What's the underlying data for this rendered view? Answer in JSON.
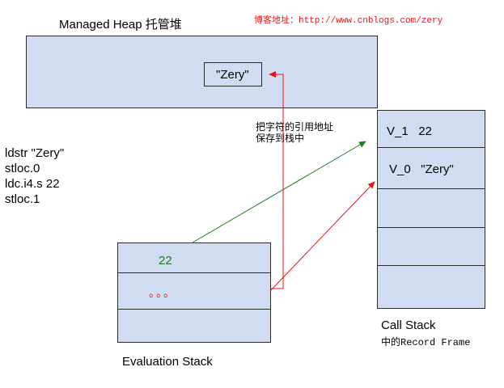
{
  "heap": {
    "title": "Managed Heap 托管堆",
    "string_object": "\"Zery\""
  },
  "blog_note": "博客地址：http://www.cnblogs.com/zery",
  "instructions": [
    "ldstr \"Zery\"",
    "stloc.0",
    "ldc.i4.s 22",
    "stloc.1"
  ],
  "annotation": {
    "line1": "把字符的引用地址",
    "line2": "保存到栈中"
  },
  "evaluation_stack": {
    "title": "Evaluation Stack",
    "slots": [
      "22",
      "。。。",
      ""
    ]
  },
  "call_stack": {
    "title": "Call Stack",
    "subtitle": "中的Record Frame",
    "slots": [
      "V_1   22",
      "V_0   \"Zery\"",
      "",
      "",
      ""
    ]
  },
  "colors": {
    "box_fill": "#cfdcf1",
    "border": "#2b2b2b",
    "red_arrow": "#e8141a",
    "green_arrow": "#217d21",
    "blog_text": "#e8141a",
    "value_green": "#1f7a1f"
  }
}
